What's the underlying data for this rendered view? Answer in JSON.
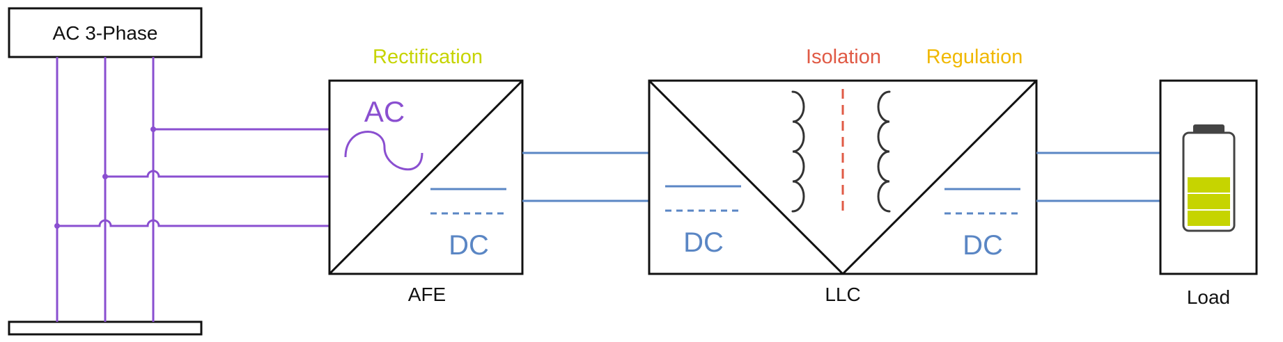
{
  "source": {
    "title": "AC 3-Phase"
  },
  "stages": {
    "rectification": "Rectification",
    "isolation": "Isolation",
    "regulation": "Regulation"
  },
  "afe": {
    "label": "AFE",
    "input_text": "AC",
    "output_text": "DC"
  },
  "llc": {
    "label": "LLC",
    "input_text": "DC",
    "output_text": "DC"
  },
  "load": {
    "label": "Load",
    "battery_level_fraction": 0.6
  },
  "colors": {
    "ac_wire": "#8a4fd0",
    "dc_wire": "#5a86c4",
    "rectification": "#c6d400",
    "isolation": "#e05a45",
    "regulation": "#f0b800",
    "battery_fill": "#c6d400",
    "outline": "#111111"
  },
  "icons": {
    "ac_symbol": "sine-wave-icon",
    "transformer": "transformer-coil-icon",
    "battery": "battery-icon"
  }
}
